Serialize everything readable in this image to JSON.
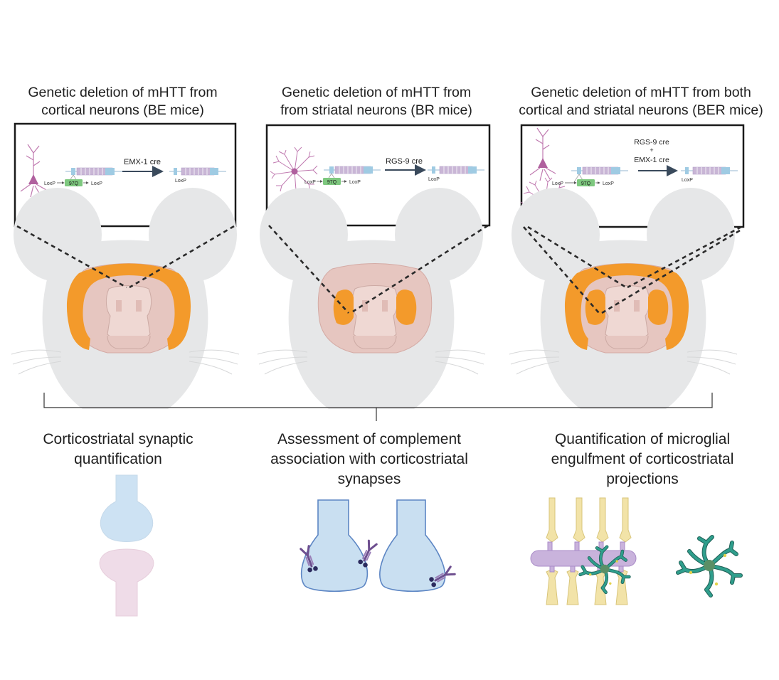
{
  "panels": [
    {
      "title_lines": [
        "Genetic deletion of mHTT from",
        "cortical neurons (BE mice)"
      ],
      "cre_lines": [
        "EMX-1 cre"
      ],
      "loxp_left": "LoxP",
      "loxp_right": "LoxP",
      "repeat": "97Q",
      "loxp_after": "LoxP"
    },
    {
      "title_lines": [
        "Genetic deletion of mHTT from",
        "from striatal neurons (BR mice)"
      ],
      "cre_lines": [
        "RGS-9 cre"
      ],
      "loxp_left": "LoxP",
      "loxp_right": "LoxP",
      "repeat": "97Q",
      "loxp_after": "LoxP"
    },
    {
      "title_lines": [
        "Genetic deletion of mHTT from both",
        "cortical and striatal neurons (BER mice)"
      ],
      "cre_lines": [
        "RGS-9 cre",
        "+",
        "EMX-1 cre"
      ],
      "loxp_left": "LoxP",
      "loxp_right": "LoxP",
      "repeat": "97Q",
      "loxp_after": "LoxP"
    }
  ],
  "outcomes": [
    {
      "lines": [
        "Corticostriatal synaptic",
        "quantification"
      ]
    },
    {
      "lines": [
        "Assessment of complement",
        "association with corticostriatal",
        "synapses"
      ]
    },
    {
      "lines": [
        "Quantification of microglial",
        "engulfment of corticostriatal",
        "projections"
      ]
    }
  ],
  "colors": {
    "cortex": "#f39a2b",
    "brain": "#e8c9c3",
    "mouse": "#e6e7e8",
    "neuron": "#c07ab0",
    "exon": "#c9b6d6",
    "gene_end": "#9fcbe3",
    "repeat": "#7ec87f",
    "arrow": "#3a4a5c",
    "axon": "#f2e3a8",
    "dendrite": "#c9b3dc",
    "microglia": "#2f9e8c",
    "pre_synapse": "#cde2f3",
    "post_synapse": "#efdce8"
  }
}
